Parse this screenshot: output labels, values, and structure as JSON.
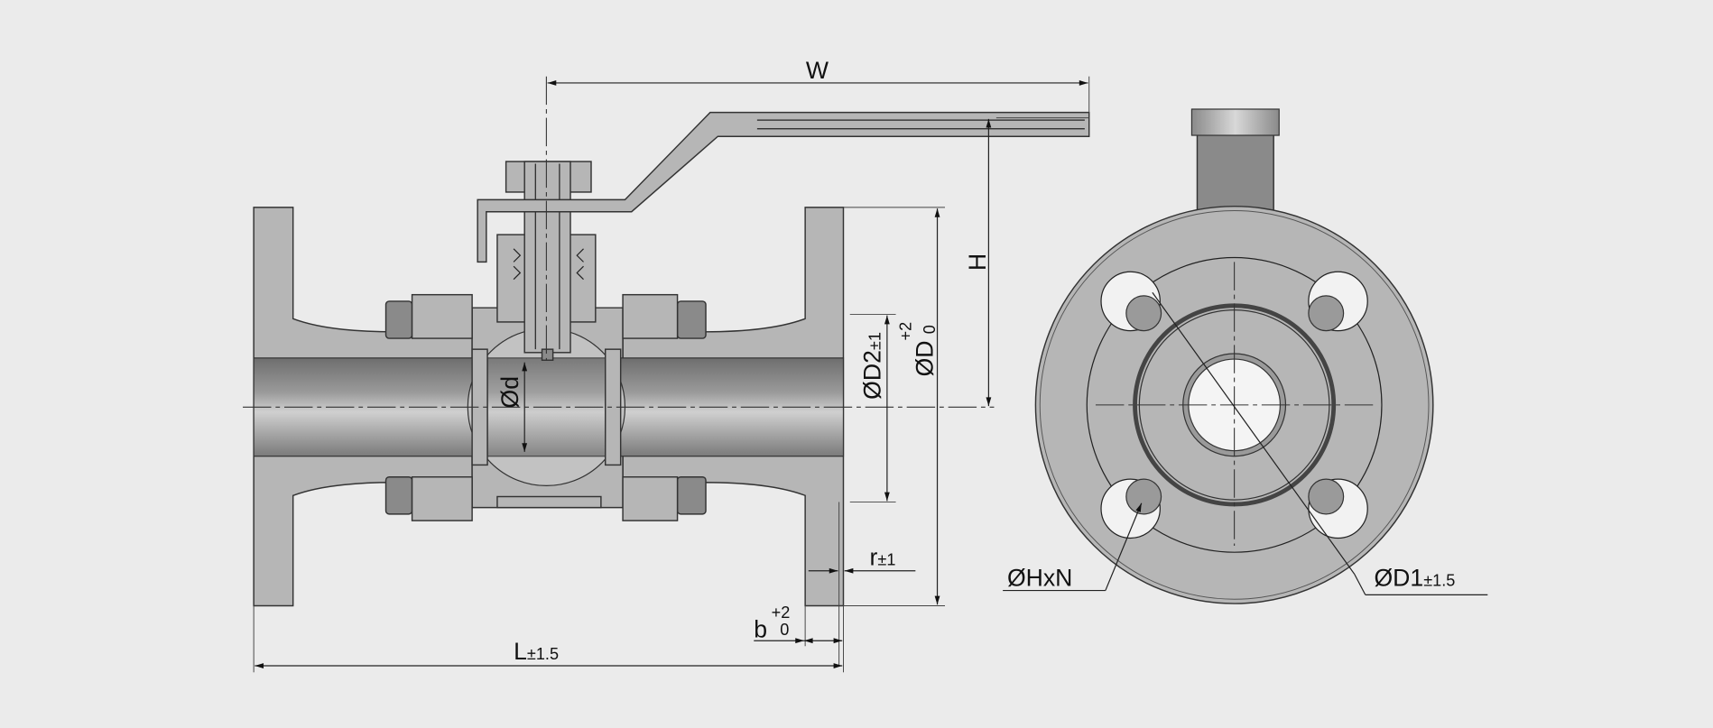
{
  "drawing": {
    "title": "Flanged ball valve dimension drawing",
    "colors": {
      "background": "#ebebeb",
      "metal": "#b6b6b6",
      "line": "#222222"
    },
    "labels": {
      "W": "W",
      "H": "H",
      "D2": "ØD2",
      "D2_tol": "±1",
      "D": "ØD",
      "D_tol_upper": "+2",
      "D_tol_lower": "0",
      "d": "Ød",
      "r": "r",
      "r_tol": "±1",
      "b": "b",
      "b_tol_upper": "+2",
      "b_tol_lower": "0",
      "L": "L",
      "L_tol": "±1.5",
      "HxN": "ØHxN",
      "D1": "ØD1",
      "D1_tol": "±1.5"
    }
  }
}
